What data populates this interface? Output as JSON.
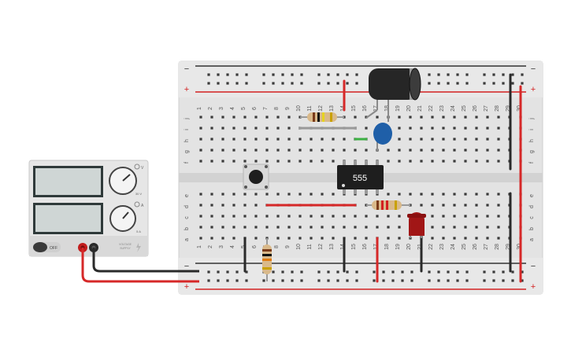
{
  "breadboard": {
    "column_numbers": [
      "1",
      "2",
      "3",
      "4",
      "5",
      "6",
      "7",
      "8",
      "9",
      "10",
      "11",
      "12",
      "13",
      "14",
      "15",
      "16",
      "17",
      "18",
      "19",
      "20",
      "21",
      "22",
      "23",
      "24",
      "25",
      "26",
      "27",
      "28",
      "29",
      "30"
    ],
    "row_letters_top": [
      "j",
      "i",
      "h",
      "g",
      "f"
    ],
    "row_letters_bottom": [
      "e",
      "d",
      "c",
      "b",
      "a"
    ],
    "rail_minus": "−",
    "rail_plus": "+"
  },
  "power_supply": {
    "voltage_knob_label": "V",
    "current_knob_label": "A",
    "voltage_max": "30 V",
    "current_max": "5 A",
    "switch_label": "OFF",
    "brand_text": [
      "VOLTAGE",
      "SUPPLY"
    ]
  },
  "components": {
    "ic_label": "555"
  },
  "colors": {
    "breadboard": "#e6e6e6",
    "rail_red": "#d32020",
    "rail_dark": "#333333",
    "wire_red": "#d62828",
    "wire_black": "#2a2a2a",
    "wire_green": "#3cb043",
    "led_red": "#a11616",
    "capacitor_blue": "#1f5fa8",
    "ic_body": "#1e1e1e"
  }
}
